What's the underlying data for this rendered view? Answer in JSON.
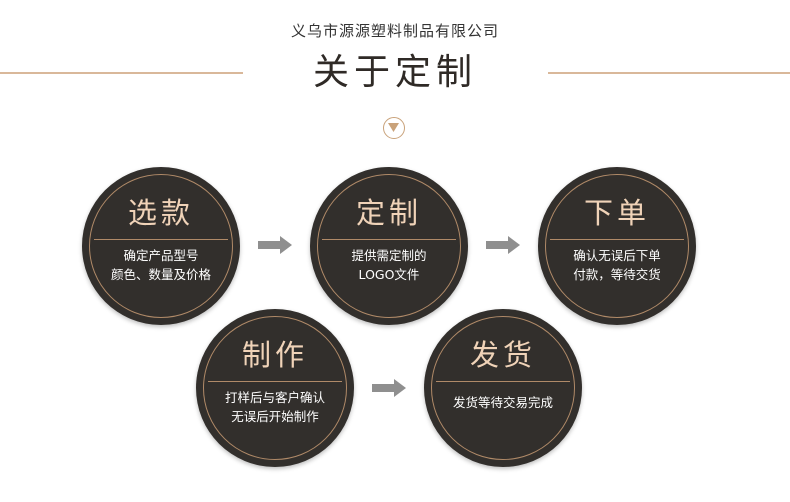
{
  "header": {
    "company": "义乌市源源塑料制品有限公司",
    "title": "关于定制"
  },
  "colors": {
    "circle_bg": "#322f2c",
    "accent": "#c9a27a",
    "heading_text": "#f0d3b8",
    "arrow": "#8f8f8f"
  },
  "steps": [
    {
      "title": "选款",
      "line1": "确定产品型号",
      "line2": "颜色、数量及价格"
    },
    {
      "title": "定制",
      "line1": "提供需定制的",
      "line2": "LOGO文件"
    },
    {
      "title": "下单",
      "line1": "确认无误后下单",
      "line2": "付款，等待交货"
    },
    {
      "title": "制作",
      "line1": "打样后与客户确认",
      "line2": "无误后开始制作"
    },
    {
      "title": "发货",
      "line1": "发货等待交易完成",
      "line2": ""
    }
  ]
}
